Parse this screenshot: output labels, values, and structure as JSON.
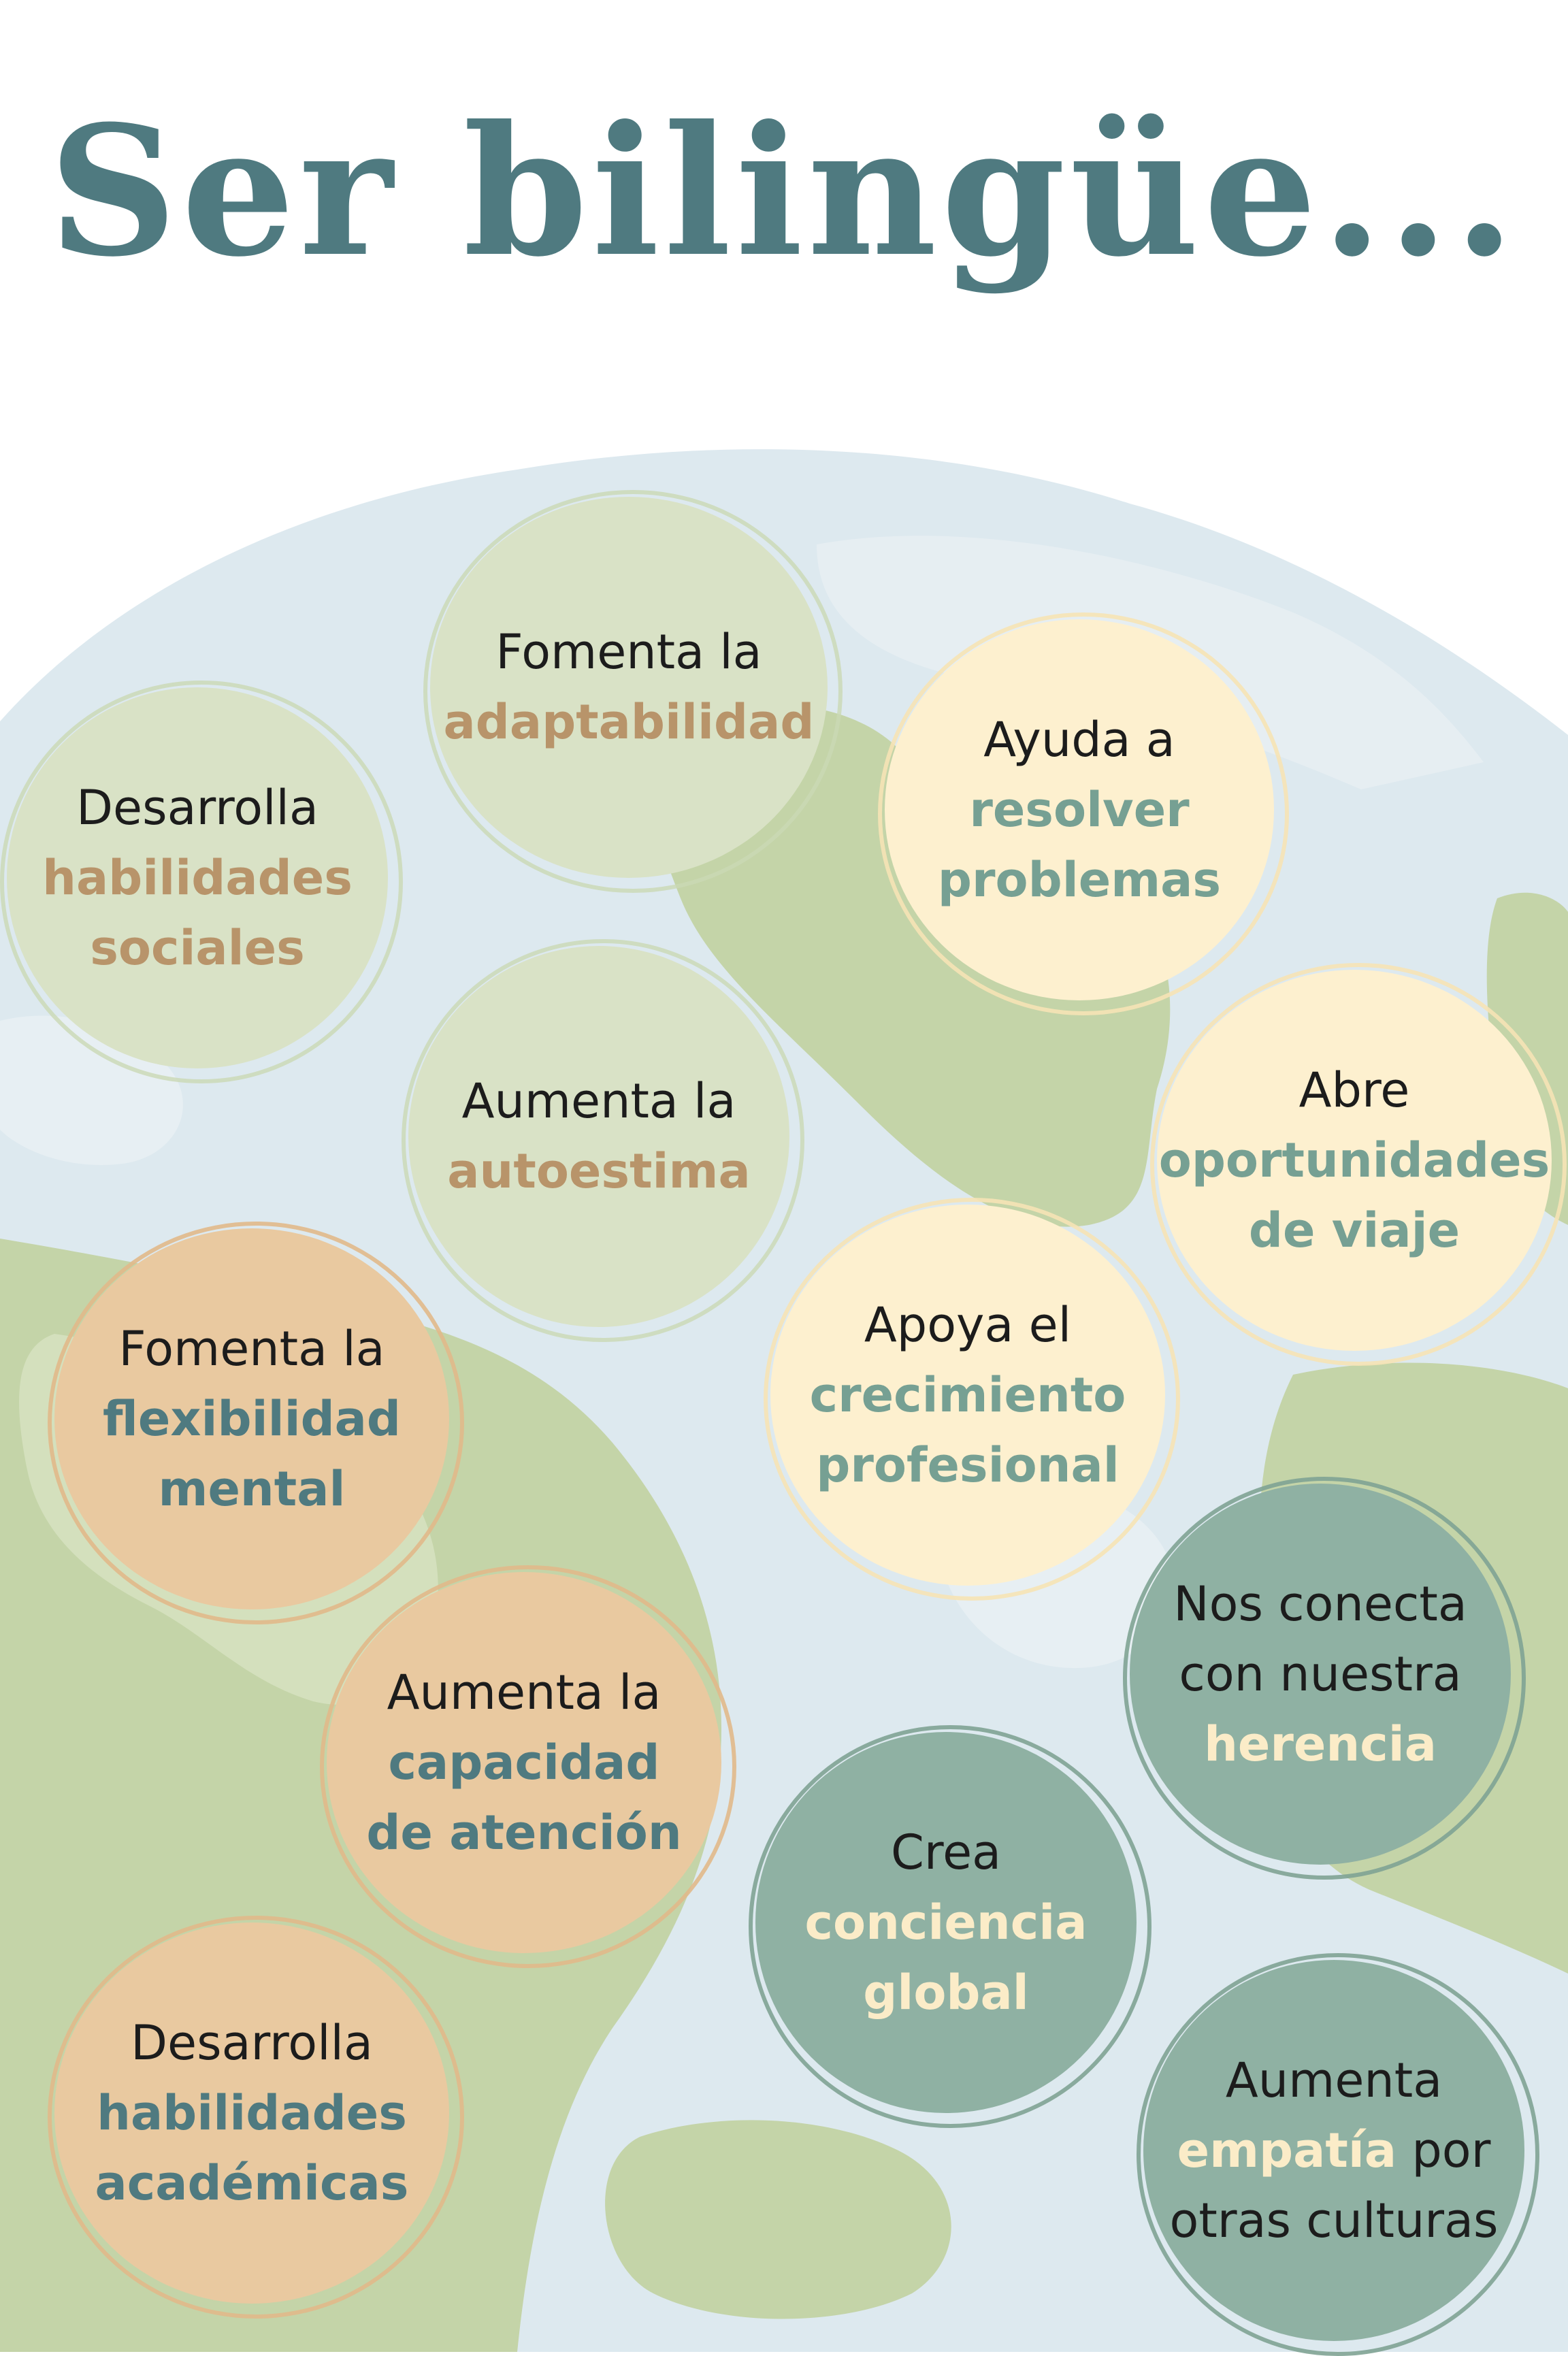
{
  "title": "Ser bilingüe...",
  "colors": {
    "title": "#4f7a80",
    "tan": "#b8946a",
    "teal_text": "#4f7a80",
    "sage_text": "#76a093",
    "cream_text": "#fbecc8",
    "sage_bubble": "#d9e2c6",
    "cream_bubble": "#fdf0cf",
    "peach_bubble": "#e9c9a0",
    "teal_bubble": "#8fb1a3",
    "water": "#dde9ef",
    "land": "#c4d4a8"
  },
  "bubbles": [
    {
      "id": "adaptabilidad",
      "intro": "Fomenta la",
      "highlight": "adaptabilidad",
      "after": ""
    },
    {
      "id": "sociales",
      "intro": "Desarrolla",
      "highlight": "habilidades",
      "highlight2": "sociales"
    },
    {
      "id": "problemas",
      "intro": "Ayuda a",
      "highlight": "resolver",
      "highlight2": "problemas"
    },
    {
      "id": "autoestima",
      "intro": "Aumenta la",
      "highlight": "autoestima"
    },
    {
      "id": "viaje",
      "intro": "Abre",
      "highlight": "oportunidades",
      "highlight2": "de viaje"
    },
    {
      "id": "flexibilidad",
      "intro": "Fomenta la",
      "highlight": "flexibilidad",
      "highlight2": "mental"
    },
    {
      "id": "profesional",
      "intro": "Apoya el",
      "highlight": "crecimiento",
      "highlight2": "profesional"
    },
    {
      "id": "herencia",
      "intro": "Nos conecta",
      "intro2": "con nuestra",
      "highlight": "herencia"
    },
    {
      "id": "atencion",
      "intro": "Aumenta la",
      "highlight": "capacidad",
      "highlight2": "de atención"
    },
    {
      "id": "global",
      "intro": "Crea",
      "highlight": "conciencia",
      "highlight2": "global"
    },
    {
      "id": "academicas",
      "intro": "Desarrolla",
      "highlight": "habilidades",
      "highlight2": "académicas"
    },
    {
      "id": "empatia",
      "intro": "Aumenta",
      "highlight": "empatía",
      "after": " por",
      "line3": "otras culturas"
    }
  ]
}
